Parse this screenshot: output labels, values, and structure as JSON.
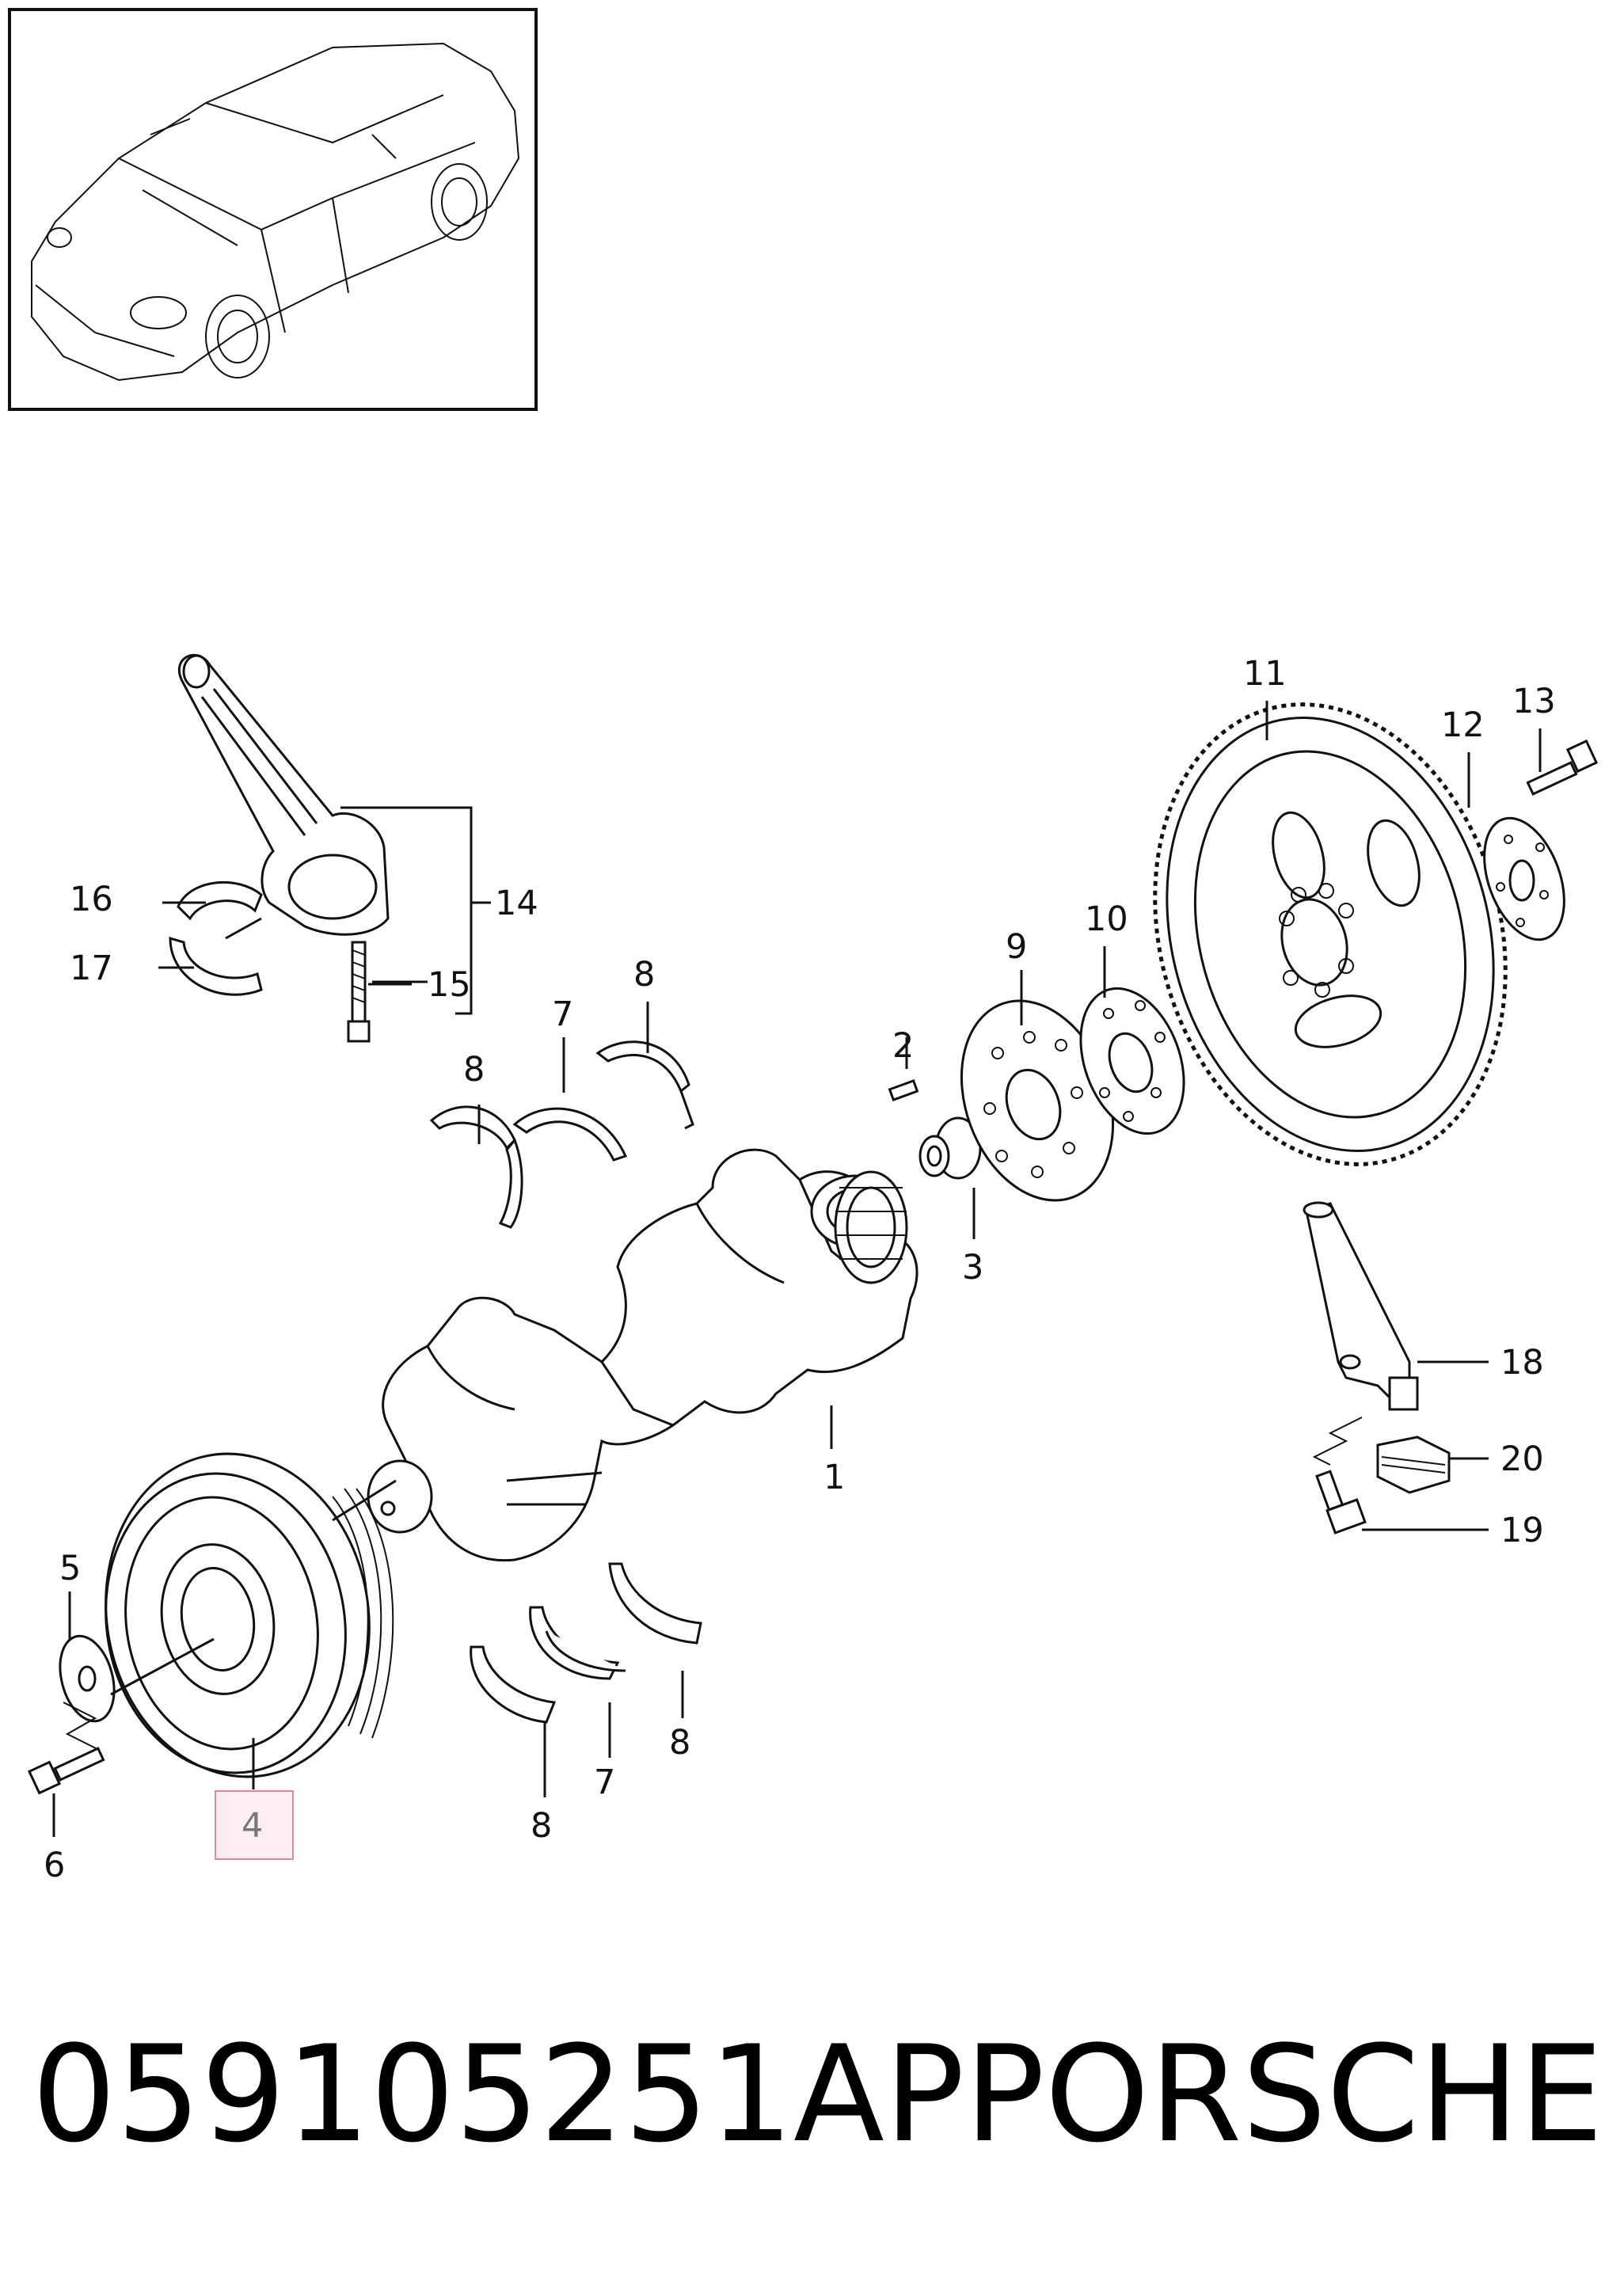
{
  "callouts": {
    "c1": "1",
    "c2": "2",
    "c3": "3",
    "c4": "4",
    "c5": "5",
    "c6": "6",
    "c7a": "7",
    "c7b": "7",
    "c8a": "8",
    "c8b": "8",
    "c8c": "8",
    "c8d": "8",
    "c9": "9",
    "c10": "10",
    "c11": "11",
    "c12": "12",
    "c13": "13",
    "c14": "14",
    "c15": "15",
    "c16": "16",
    "c17": "17",
    "c18": "18",
    "c19": "19",
    "c20": "20"
  },
  "footer": {
    "part_number": "059105251AP",
    "brand": "PORSCHE"
  },
  "colors": {
    "highlight_border": "#e08a95",
    "highlight_fill": "#fdeff1",
    "line": "#111111"
  },
  "icons": [
    "car-thumbnail-icon"
  ]
}
